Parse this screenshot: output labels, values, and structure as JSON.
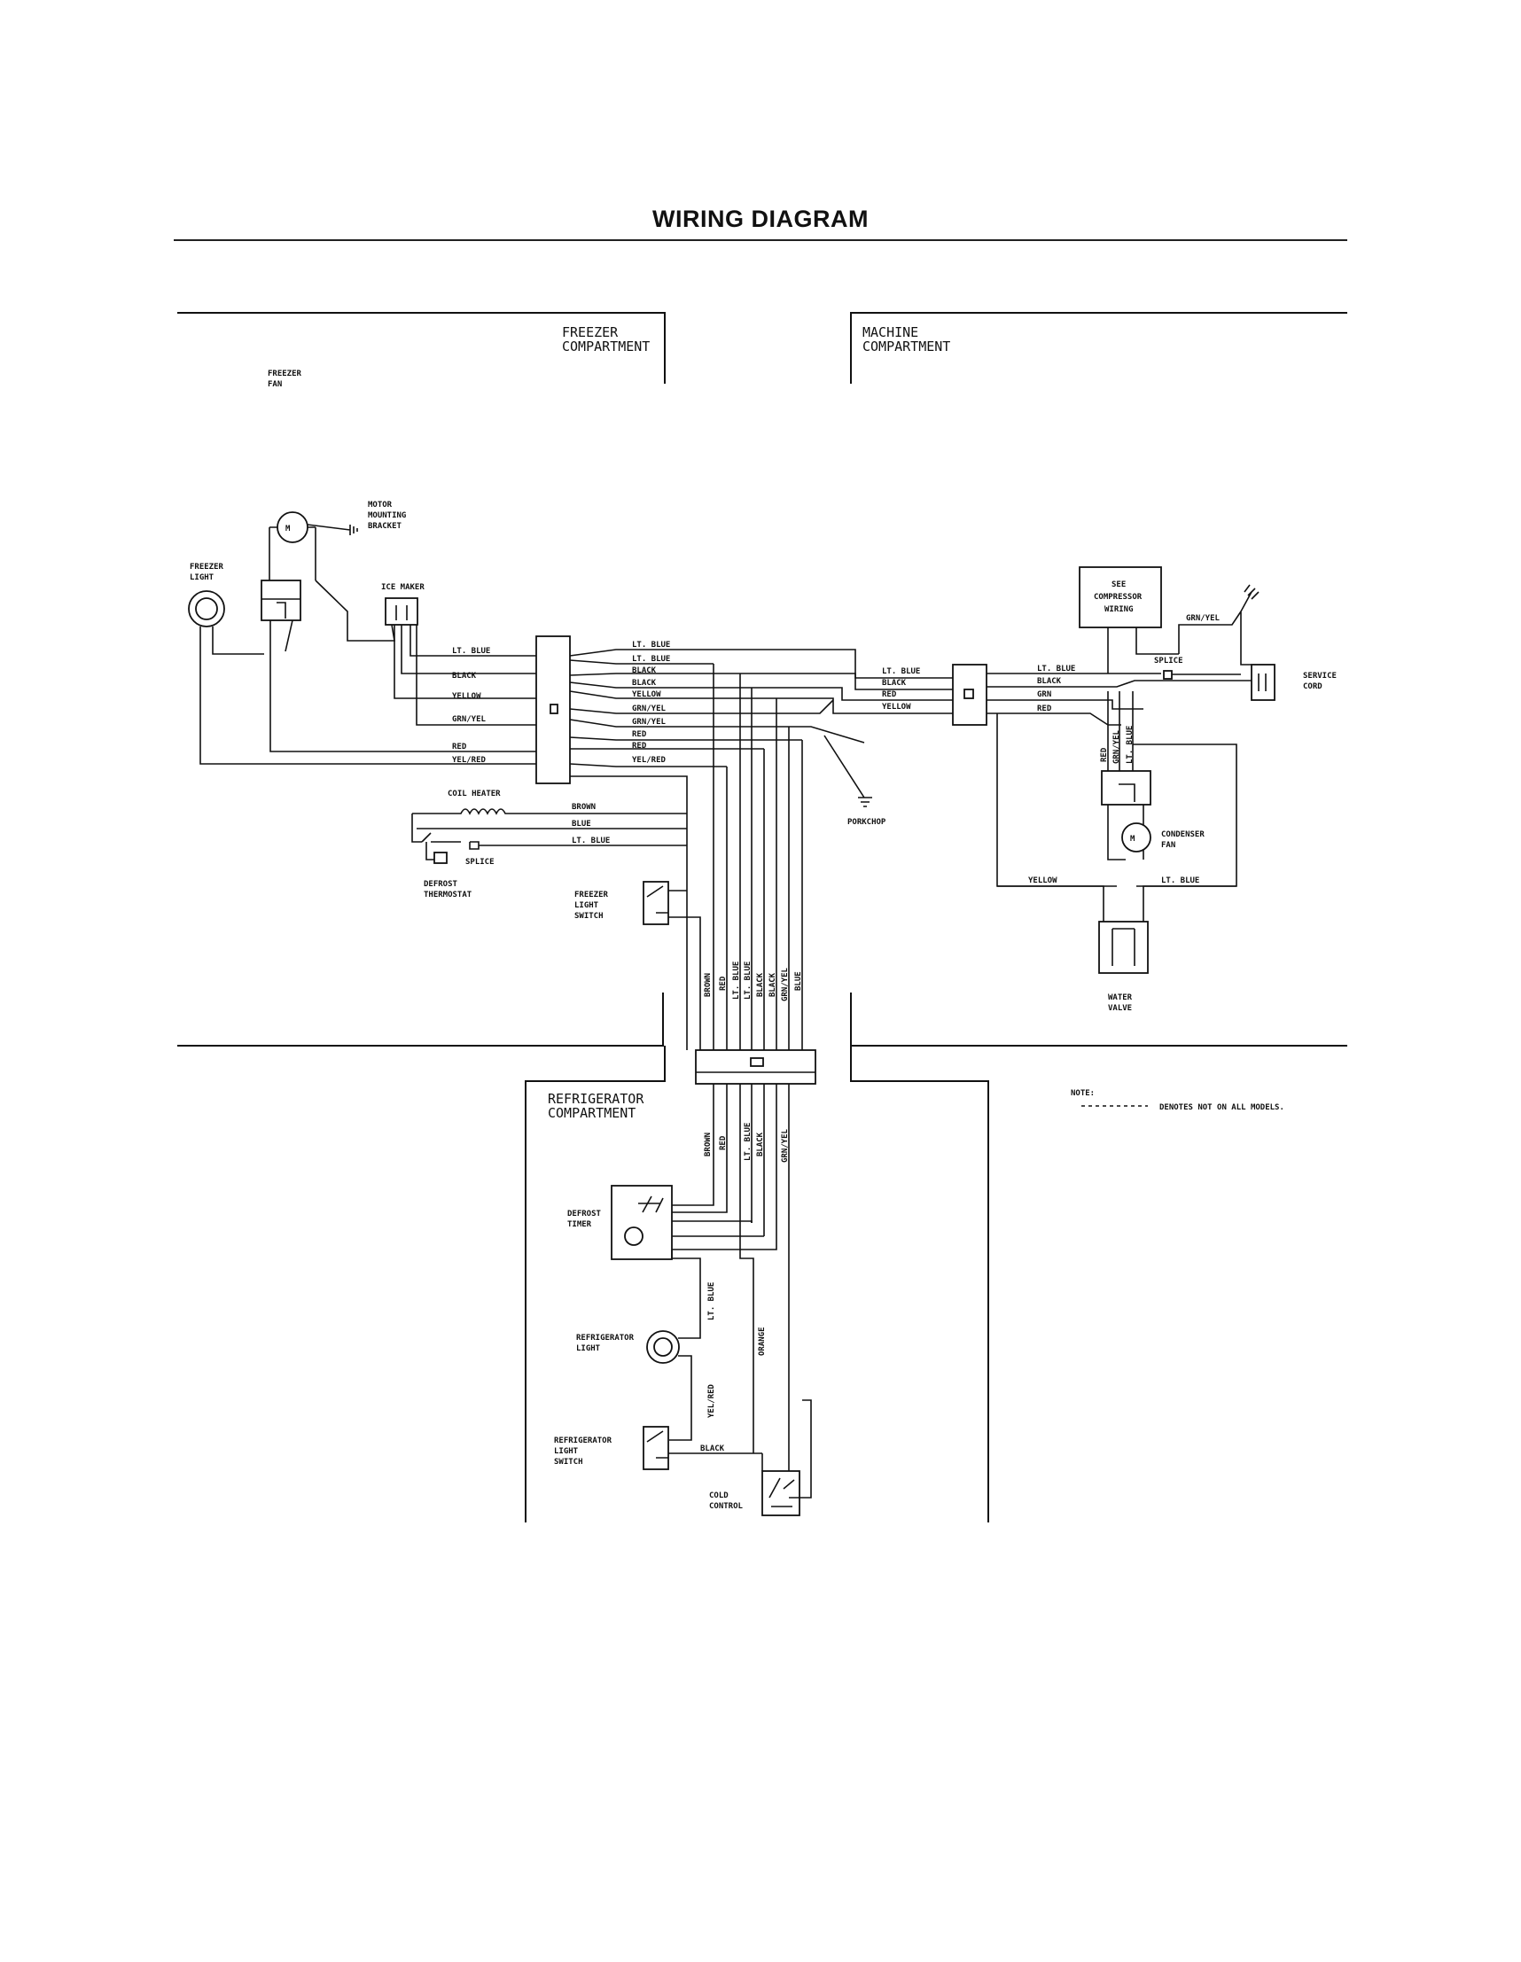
{
  "title": "WIRING DIAGRAM",
  "zones": {
    "freezer": [
      "FREEZER",
      "COMPARTMENT"
    ],
    "machine": [
      "MACHINE",
      "COMPARTMENT"
    ],
    "refrigerator": [
      "REFRIGERATOR",
      "COMPARTMENT"
    ]
  },
  "components": {
    "freezer_fan": [
      "FREEZER",
      "FAN"
    ],
    "motor_bracket": [
      "MOTOR",
      "MOUNTING",
      "BRACKET"
    ],
    "freezer_light": [
      "FREEZER",
      "LIGHT"
    ],
    "ice_maker": "ICE MAKER",
    "compressor_wiring": [
      "SEE",
      "COMPRESSOR",
      "WIRING"
    ],
    "splice_machine": "SPLICE",
    "service_cord": [
      "SERVICE",
      "CORD"
    ],
    "porkchop": "PORKCHOP",
    "condenser_fan": [
      "CONDENSER",
      "FAN"
    ],
    "water_valve": [
      "WATER",
      "VALVE"
    ],
    "coil_heater": "COIL HEATER",
    "splice_freezer": "SPLICE",
    "defrost_thermostat": [
      "DEFROST",
      "THERMOSTAT"
    ],
    "freezer_light_switch": [
      "FREEZER",
      "LIGHT",
      "SWITCH"
    ],
    "defrost_timer": [
      "DEFROST",
      "TIMER"
    ],
    "refrigerator_light": [
      "REFRIGERATOR",
      "LIGHT"
    ],
    "refrigerator_light_switch": [
      "REFRIGERATOR",
      "LIGHT",
      "SWITCH"
    ],
    "cold_control": [
      "COLD",
      "CONTROL"
    ]
  },
  "wires": {
    "freezer_left": [
      "LT. BLUE",
      "BLACK",
      "YELLOW",
      "GRN/YEL",
      "RED",
      "YEL/RED"
    ],
    "freezer_mid": [
      "LT. BLUE",
      "LT. BLUE",
      "BLACK",
      "BLACK",
      "YELLOW",
      "GRN/YEL",
      "GRN/YEL",
      "RED",
      "RED",
      "YEL/RED"
    ],
    "machine_left": [
      "LT. BLUE",
      "BLACK",
      "RED",
      "YELLOW"
    ],
    "machine_right": [
      "LT. BLUE",
      "BLACK",
      "GRN",
      "RED"
    ],
    "grn_yel_ground": "GRN/YEL",
    "machine_vertical": [
      "RED",
      "GRN/YEL",
      "LT. BLUE"
    ],
    "machine_bottom": [
      "YELLOW",
      "LT. BLUE"
    ],
    "heater": [
      "BROWN",
      "BLUE",
      "LT. BLUE"
    ],
    "trunk_upper": [
      "BROWN",
      "RED",
      "LT. BLUE",
      "LT. BLUE",
      "BLACK",
      "BLACK",
      "GRN/YEL",
      "BLUE"
    ],
    "trunk_lower": [
      "BROWN",
      "RED",
      "LT. BLUE",
      "BLACK",
      "GRN/YEL"
    ],
    "refrig_light_wire": "LT. BLUE",
    "switch_wire": "YEL/RED",
    "orange_wire": "ORANGE",
    "black_wire": "BLACK"
  },
  "note": {
    "label": "NOTE:",
    "text": "DENOTES NOT ON ALL MODELS."
  }
}
